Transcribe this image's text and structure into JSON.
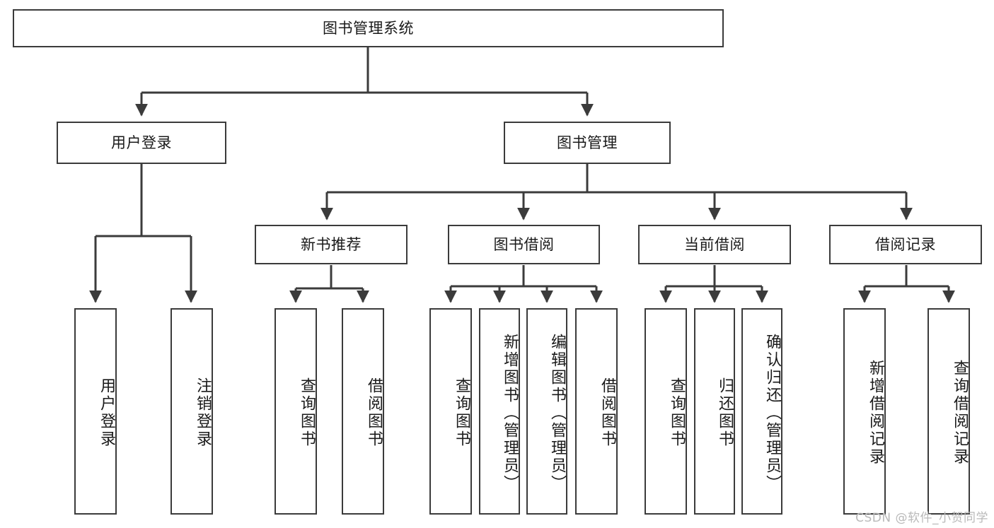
{
  "diagram": {
    "title": "图书管理系统",
    "type": "tree",
    "levels": 4,
    "line_color": "#3b3b3b",
    "box_fill": "#ffffff",
    "text_color": "#1a1a1a"
  },
  "nodes": {
    "root": {
      "label": "图书管理系统"
    },
    "level2": [
      {
        "label": "用户登录"
      },
      {
        "label": "图书管理"
      }
    ],
    "level3": [
      {
        "label": "新书推荐"
      },
      {
        "label": "图书借阅"
      },
      {
        "label": "当前借阅"
      },
      {
        "label": "借阅记录"
      }
    ],
    "leaves": [
      {
        "label": "用户登录",
        "parent": "用户登录"
      },
      {
        "label": "注销登录",
        "parent": "用户登录"
      },
      {
        "label": "查询图书",
        "parent": "新书推荐"
      },
      {
        "label": "借阅图书",
        "parent": "新书推荐"
      },
      {
        "label": "查询图书",
        "parent": "图书借阅"
      },
      {
        "label": "新增图书（管理员）",
        "parent": "图书借阅"
      },
      {
        "label": "编辑图书（管理员）",
        "parent": "图书借阅"
      },
      {
        "label": "借阅图书",
        "parent": "图书借阅"
      },
      {
        "label": "查询图书",
        "parent": "当前借阅"
      },
      {
        "label": "归还图书",
        "parent": "当前借阅"
      },
      {
        "label": "确认归还（管理员）",
        "parent": "当前借阅"
      },
      {
        "label": "新增借阅记录",
        "parent": "借阅记录"
      },
      {
        "label": "查询借阅记录",
        "parent": "借阅记录"
      }
    ]
  },
  "watermark": {
    "text": "CSDN @软件_小贺同学"
  }
}
